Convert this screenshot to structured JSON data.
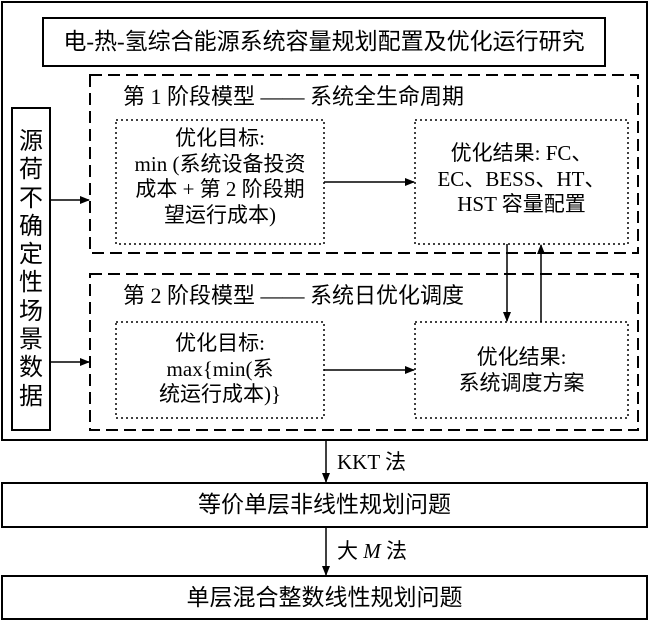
{
  "main_title": "电-热-氢综合能源系统容量规划配置及优化运行研究",
  "uncertainty_label": "源荷不确定性场景数据",
  "stage1": {
    "header": "第 1 阶段模型 —— 系统全生命周期",
    "objective_title": "优化目标:",
    "objective_lines": [
      "min (系统设备投资",
      "成本 + 第 2 阶段期",
      "望运行成本)"
    ],
    "result_lines": [
      "优化结果: FC、",
      "EC、BESS、HT、",
      "HST 容量配置"
    ]
  },
  "stage2": {
    "header": "第 2 阶段模型 —— 系统日优化调度",
    "objective_title": "优化目标:",
    "objective_lines": [
      "max{min(系",
      "统运行成本)}"
    ],
    "result_lines": [
      "优化结果:",
      "系统调度方案"
    ]
  },
  "method1": "KKT 法",
  "method2_prefix": "大 ",
  "method2_var": "M",
  "method2_suffix": " 法",
  "equivalent_problem": "等价单层非线性规划问题",
  "final_problem": "单层混合整数线性规划问题"
}
